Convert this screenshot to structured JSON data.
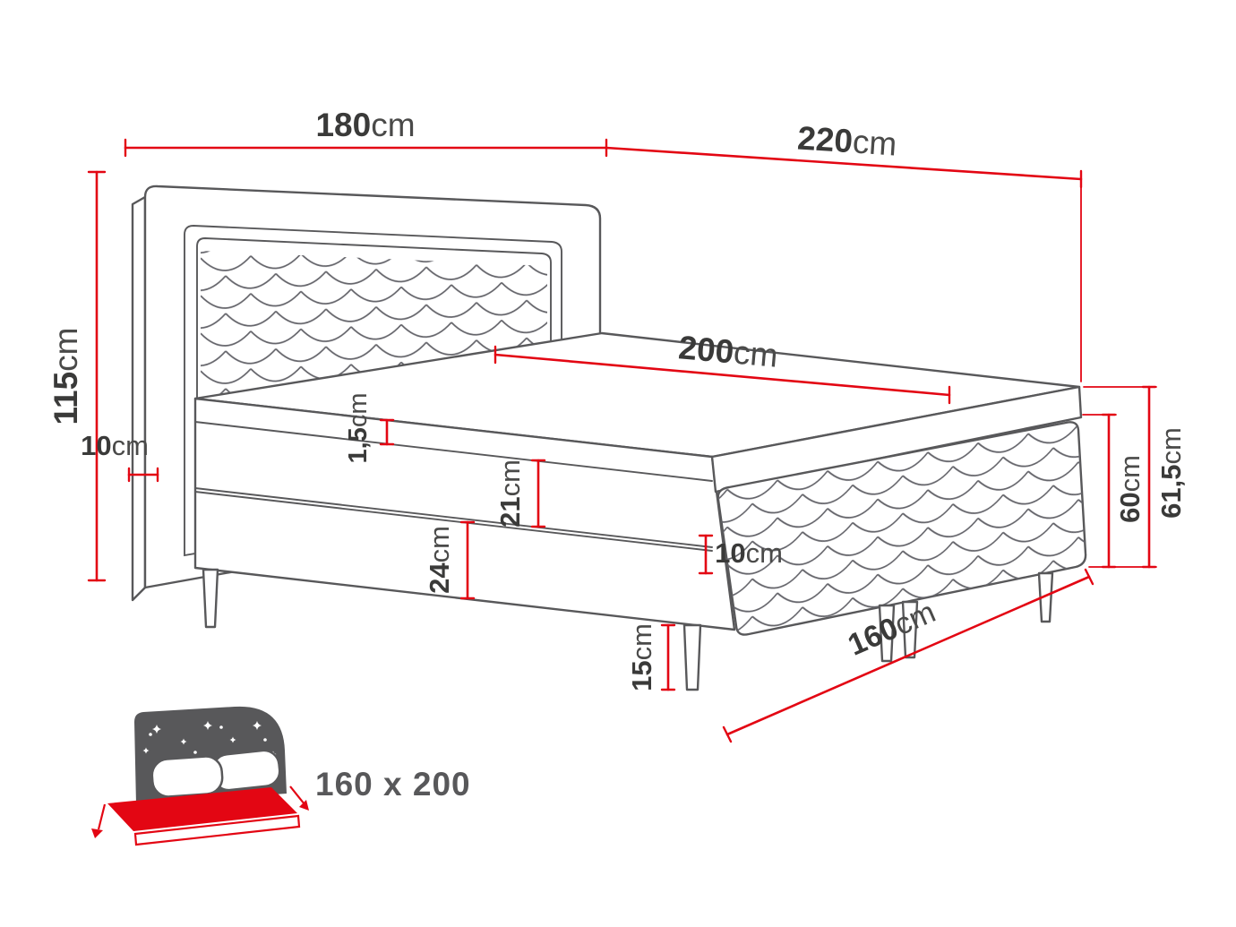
{
  "diagram": {
    "dimensions": {
      "headboard_width": {
        "value": "180",
        "unit": "cm"
      },
      "total_length": {
        "value": "220",
        "unit": "cm"
      },
      "headboard_height": {
        "value": "115",
        "unit": "cm"
      },
      "headboard_depth": {
        "value": "10",
        "unit": "cm"
      },
      "sleeping_length": {
        "value": "200",
        "unit": "cm"
      },
      "topper_thickness": {
        "value": "1,5",
        "unit": "cm"
      },
      "mattress_height": {
        "value": "21",
        "unit": "cm"
      },
      "base_height": {
        "value": "24",
        "unit": "cm"
      },
      "foot_panel_offset": {
        "value": "10",
        "unit": "cm"
      },
      "leg_height": {
        "value": "15",
        "unit": "cm"
      },
      "bed_width": {
        "value": "160",
        "unit": "cm"
      },
      "total_height_with_topper": {
        "value": "61,5",
        "unit": "cm"
      },
      "total_height": {
        "value": "60",
        "unit": "cm"
      }
    }
  },
  "footer": {
    "bed_icon": "bed-size-pictogram",
    "size_label": "160 x 200"
  },
  "colors": {
    "outline_gray": "#58585a",
    "dimension_red": "#e30613",
    "label_text": "#3a3a39"
  }
}
